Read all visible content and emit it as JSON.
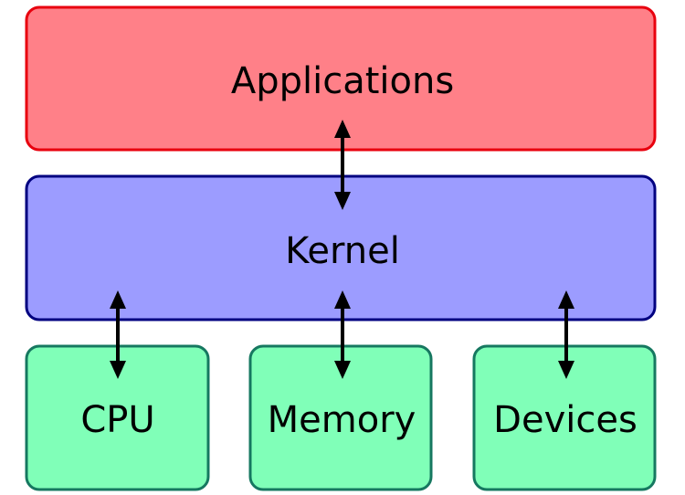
{
  "layers": {
    "applications": {
      "label": "Applications",
      "fill": "#ff8088",
      "stroke": "#e8000e"
    },
    "kernel": {
      "label": "Kernel",
      "fill": "#9c9cff",
      "stroke": "#000080"
    },
    "hardware": [
      {
        "label": "CPU",
        "fill": "#80ffb8",
        "stroke": "#167860"
      },
      {
        "label": "Memory",
        "fill": "#80ffb8",
        "stroke": "#167860"
      },
      {
        "label": "Devices",
        "fill": "#80ffb8",
        "stroke": "#167860"
      }
    ]
  },
  "connections": [
    {
      "from": "applications",
      "to": "kernel",
      "type": "bidirectional"
    },
    {
      "from": "kernel",
      "to": "CPU",
      "type": "bidirectional"
    },
    {
      "from": "kernel",
      "to": "Memory",
      "type": "bidirectional"
    },
    {
      "from": "kernel",
      "to": "Devices",
      "type": "bidirectional"
    }
  ]
}
